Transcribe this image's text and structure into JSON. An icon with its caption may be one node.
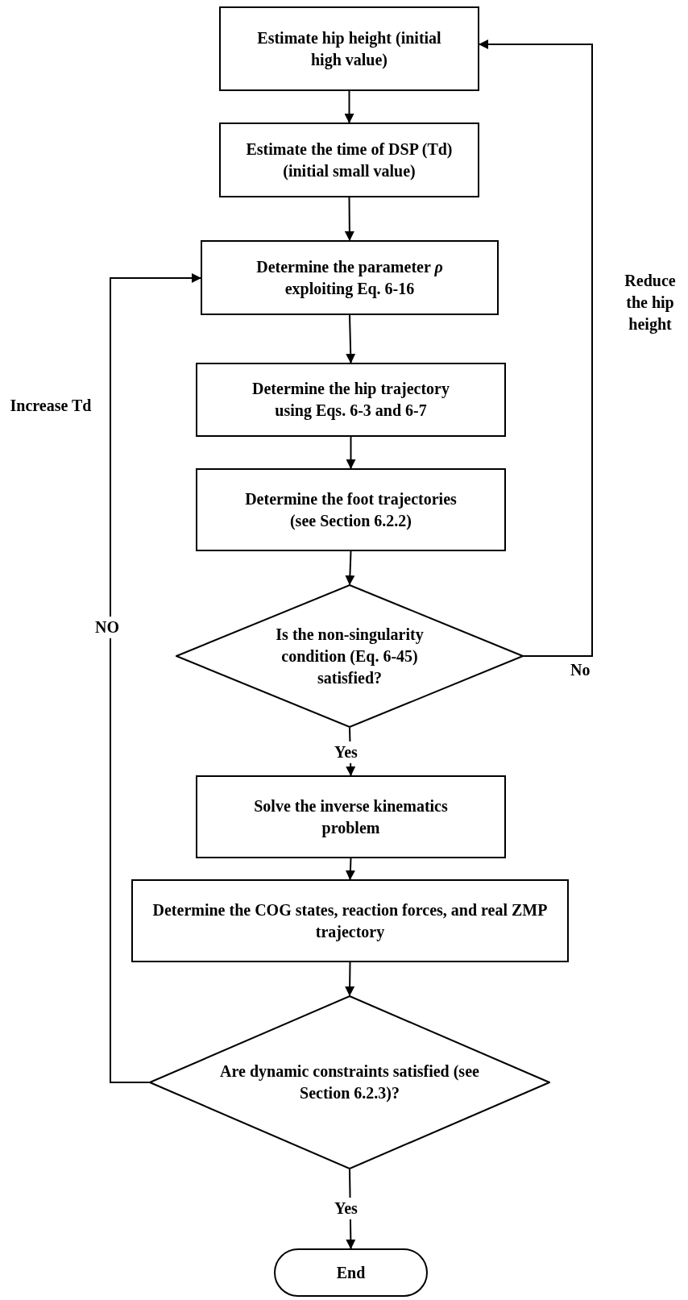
{
  "diagram": {
    "nodes": [
      {
        "text": [
          "Estimate hip height (initial high value)"
        ]
      },
      {
        "text": [
          "Estimate the time of DSP (Td) (initial small value)"
        ]
      },
      {
        "text": [
          "Determine the parameter *ρ* exploiting Eq. 6-16"
        ]
      },
      {
        "text": [
          "Determine the hip trajectory using Eqs. 6-3 and 6-7"
        ]
      },
      {
        "text": [
          "Determine the foot trajectories (see Section 6.2.2)"
        ]
      },
      {
        "text": [
          "Is the non-singularity condition (Eq. 6-45) satisfied?"
        ]
      },
      {
        "text": [
          "Solve the inverse kinematics problem"
        ]
      },
      {
        "text": [
          "Determine the COG states, reaction forces, and real ZMP trajectory"
        ]
      },
      {
        "text": [
          "Are dynamic constraints satisfied (see Section 6.2.3)?"
        ]
      },
      {
        "text": [
          "End"
        ]
      }
    ],
    "edges": [
      {
        "from": 0,
        "to": 1,
        "arrow": "to"
      },
      {
        "from": 1,
        "to": 2,
        "arrow": "to"
      },
      {
        "from": 2,
        "to": 3,
        "arrow": "to"
      },
      {
        "from": 3,
        "to": 4,
        "arrow": "to"
      },
      {
        "from": 4,
        "to": 5,
        "arrow": "to"
      },
      {
        "from": 5,
        "to": 6,
        "arrow": "to",
        "label": "Yes"
      },
      {
        "from": 6,
        "to": 7,
        "arrow": "to"
      },
      {
        "from": 7,
        "to": 8,
        "arrow": "to"
      },
      {
        "from": 8,
        "to": 9,
        "arrow": "to",
        "label": "Yes"
      },
      {
        "from": 5,
        "to": 0,
        "arrow": "to",
        "label": "No"
      },
      {
        "from": 8,
        "to": 2,
        "arrow": "to",
        "label": "NO"
      }
    ],
    "labels": [
      "Reduce the hip height",
      "Increase Td"
    ]
  }
}
